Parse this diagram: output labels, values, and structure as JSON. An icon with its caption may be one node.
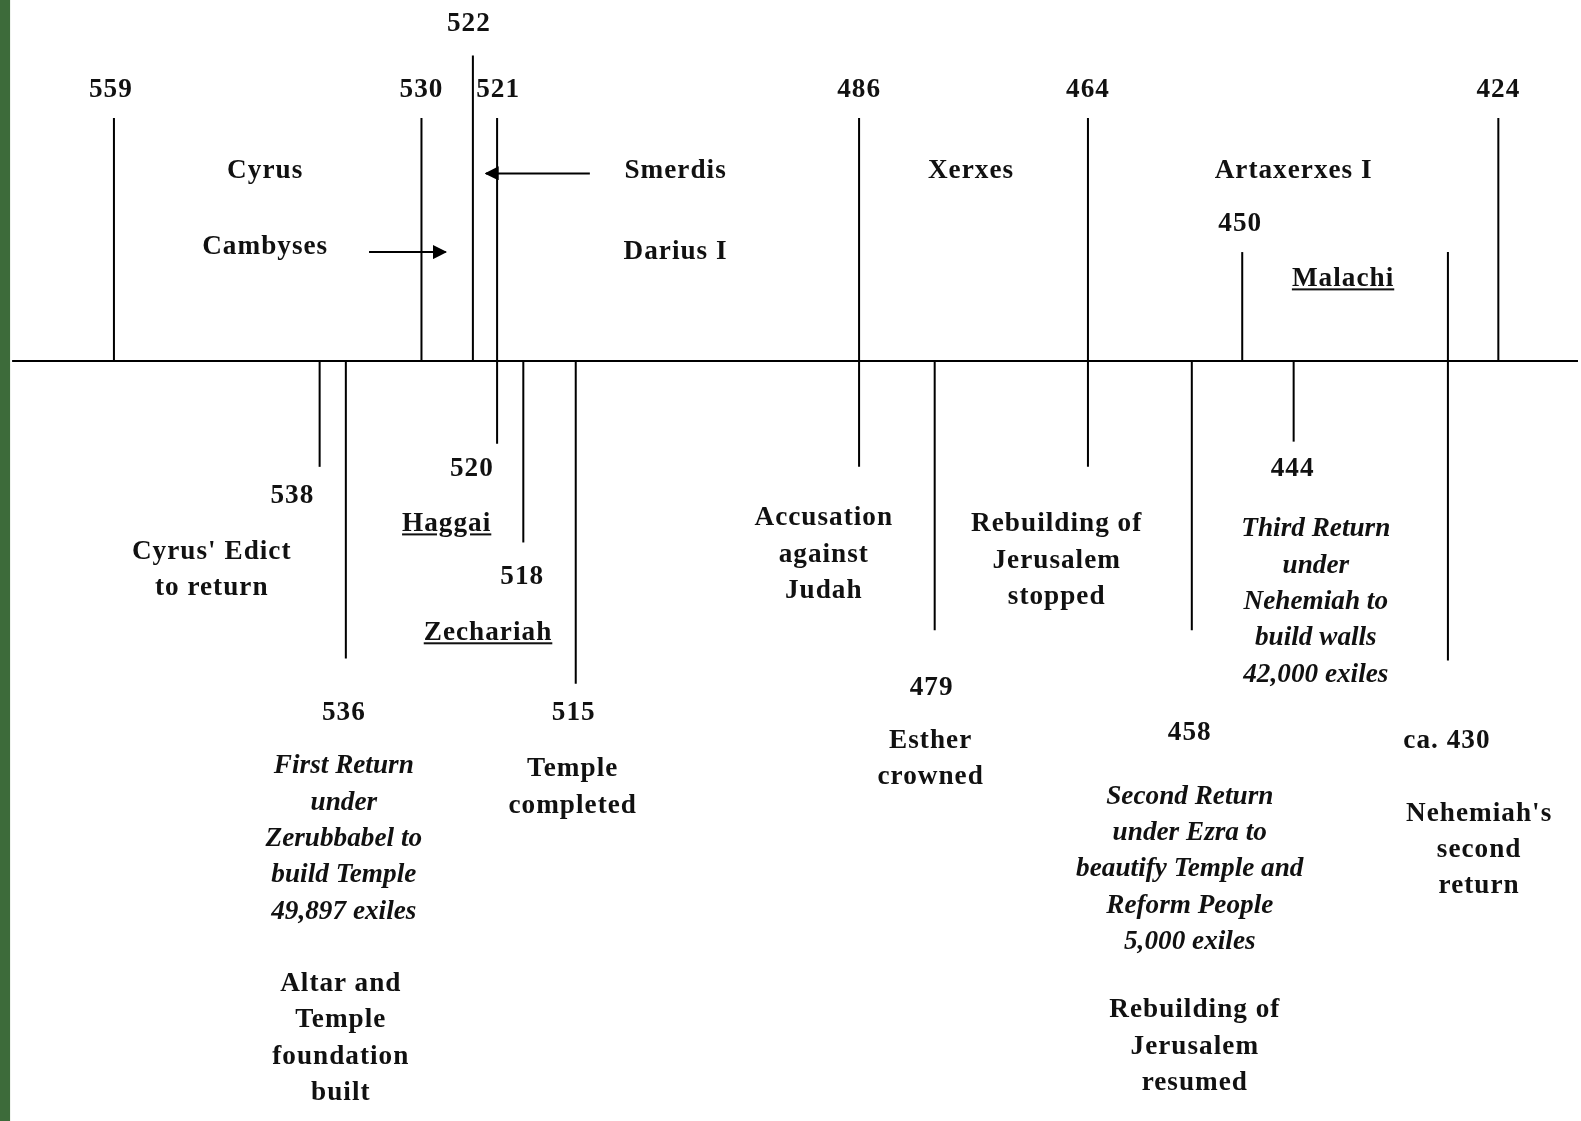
{
  "diagram": {
    "labels": [
      "522",
      "559",
      "530",
      "521",
      "486",
      "464",
      "424",
      "Cyrus",
      "Smerdis",
      "Xerxes",
      "Artaxerxes I",
      "450",
      "Cambyses",
      "Darius I",
      "Malachi",
      "520",
      "444",
      "538",
      "Accusation against Judah",
      "Rebuilding of Jerusalem stopped",
      "Third Return under Nehemiah to build walls 42,000 exiles",
      "Haggai",
      "Cyrus' Edict to return",
      "518",
      "Zechariah",
      "479",
      "536",
      "515",
      "458",
      "ca. 430",
      "Esther crowned",
      "First Return under Zerubbabel to build Temple 49,897 exiles",
      "Temple completed",
      "Second Return under Ezra to beautify Temple and Reform People 5,000 exiles",
      "Nehemiah's second return",
      "Altar and Temple foundation built",
      "Rebuilding of Jerusalem resumed"
    ]
  }
}
